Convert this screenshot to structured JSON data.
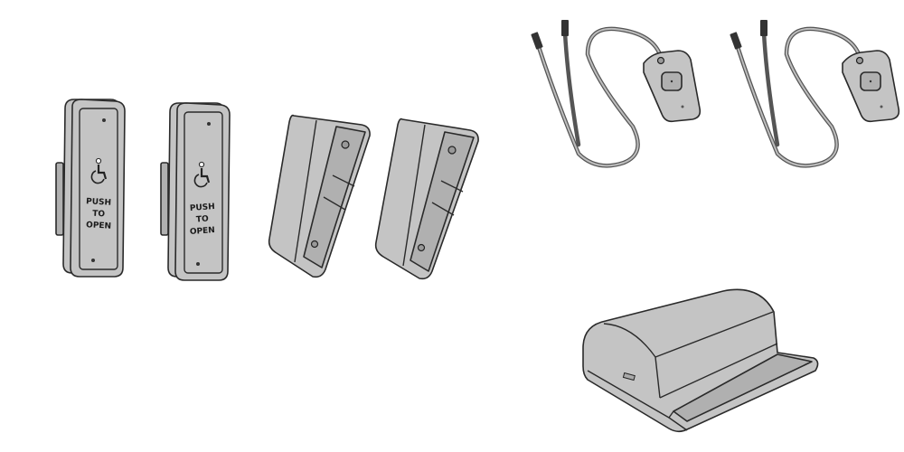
{
  "image": {
    "description": "Line illustration of door operator accessories: two push-to-open wall plates, two mounting boxes, two corded hand switches, and one door threshold sensor unit",
    "background": "#ffffff",
    "fill_gray": "#c4c4c4",
    "outline": "#2a2a2a"
  },
  "push_plates": [
    {
      "line1": "PUSH",
      "line2": "TO",
      "line3": "OPEN",
      "icon": "wheelchair-accessibility-icon"
    },
    {
      "line1": "PUSH",
      "line2": "TO",
      "line3": "OPEN",
      "icon": "wheelchair-accessibility-icon"
    }
  ],
  "mounting_boxes": [
    {
      "name": "box-1"
    },
    {
      "name": "box-2"
    }
  ],
  "hand_switches": [
    {
      "name": "switch-1"
    },
    {
      "name": "switch-2"
    }
  ],
  "base_unit": {
    "name": "threshold-unit"
  }
}
